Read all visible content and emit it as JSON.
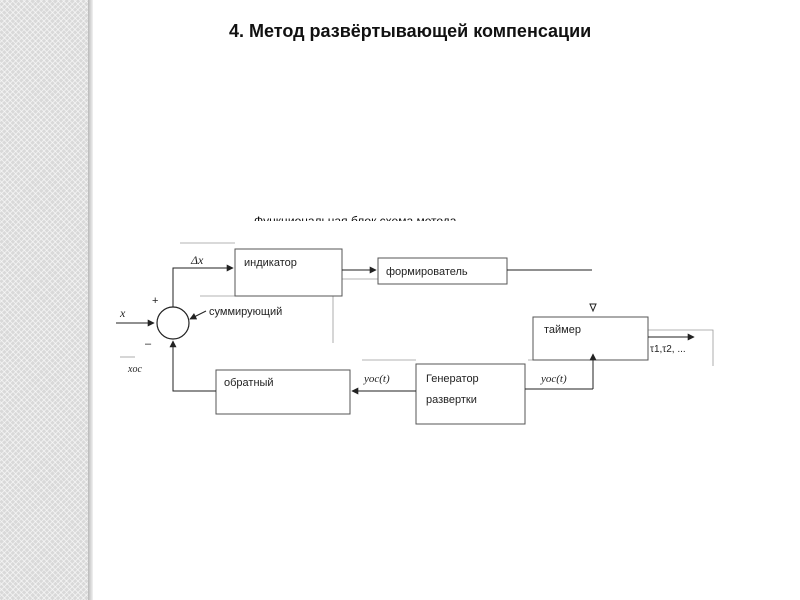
{
  "slide": {
    "title": "4. Метод развёртывающей компенсации"
  },
  "diagram": {
    "caption": "Функциональная блок схема метода",
    "blocks": {
      "indicator": "индикатор",
      "former": "формирователь",
      "summator": "суммирующий",
      "timer": "таймер",
      "feedback": "обратный",
      "generator_line1": "Генератор",
      "generator_line2": "развертки"
    },
    "signals": {
      "delta_x": "Δx",
      "x": "x",
      "x_oc": "xос",
      "plus": "+",
      "minus": "–",
      "y_oc_left": "yос(t)",
      "y_oc_right": "yос(t)",
      "tau_outputs": "τ1,τ2, ..."
    }
  }
}
